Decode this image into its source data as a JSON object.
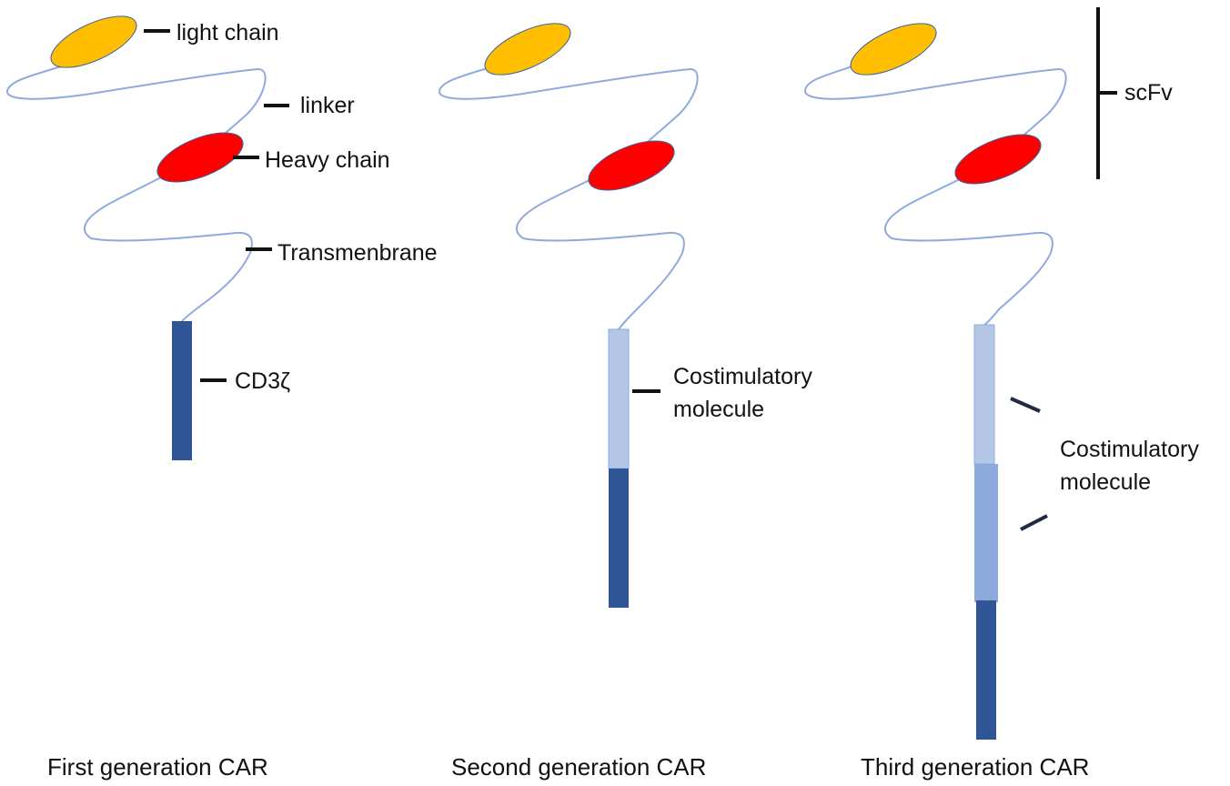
{
  "colors": {
    "light_chain": "#FFBF00",
    "heavy_chain": "#FF0000",
    "linker": "#8FAADC",
    "cd3z": "#2F5597",
    "costim_1": "#B4C7E7",
    "costim_2": "#8EA9DB",
    "tick": "#111111"
  },
  "panels": [
    {
      "id": "first",
      "caption": "First generation CAR",
      "labels": {
        "light_chain": "light chain",
        "linker": "linker",
        "heavy_chain": "Heavy chain",
        "transmembrane": "Transmenbrane",
        "cd3z": "CD3ζ"
      }
    },
    {
      "id": "second",
      "caption": "Second generation CAR",
      "labels": {
        "costim_line1": "Costimulatory",
        "costim_line2": "molecule"
      }
    },
    {
      "id": "third",
      "caption": "Third generation CAR",
      "labels": {
        "scfv": "scFv",
        "costim_line1": "Costimulatory",
        "costim_line2": "molecule"
      }
    }
  ]
}
